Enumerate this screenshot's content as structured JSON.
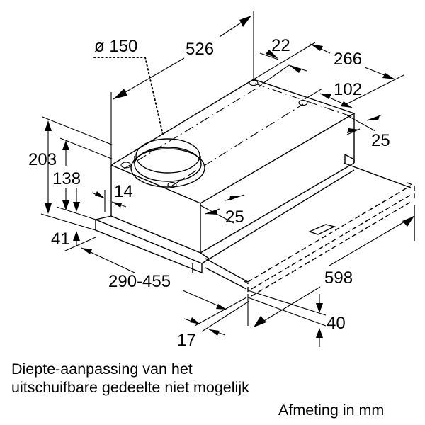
{
  "diagram": {
    "title": "Range hood installation dimensions",
    "dimensions": {
      "duct_diameter": "ø 150",
      "depth_body": "526",
      "back_offset": "22",
      "top_depth": "266",
      "rear_hole_offset": "102",
      "right_step": "25",
      "height_total": "203",
      "height_body": "138",
      "front_step": "14",
      "side_offset": "25",
      "front_panel_height": "41",
      "pullout_depth": "290-455",
      "width": "598",
      "front_thickness": "17",
      "panel_height": "40"
    }
  },
  "caption": {
    "line1": "Diepte-aanpassing van het",
    "line2": "uitschuifbare gedeelte niet mogelijk",
    "unit": "Afmeting in mm"
  }
}
